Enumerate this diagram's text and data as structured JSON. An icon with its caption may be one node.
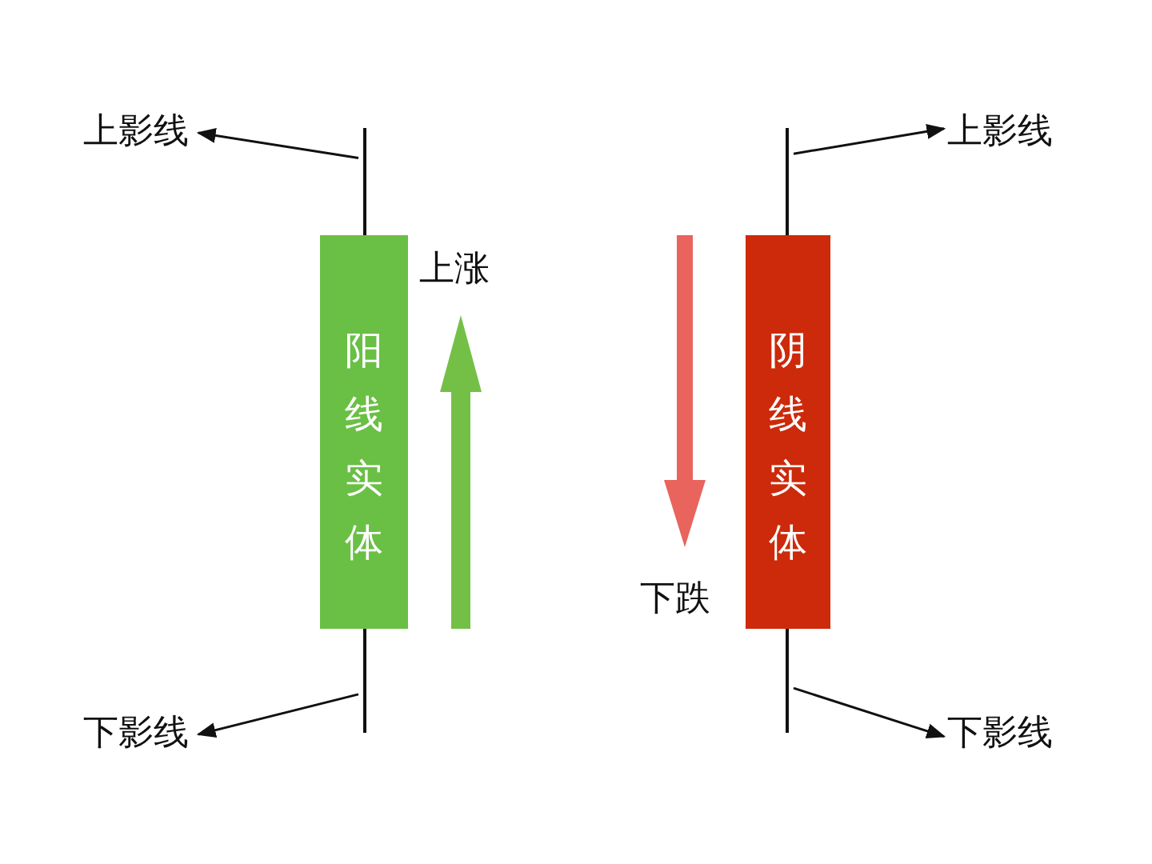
{
  "diagram": {
    "nodes": [
      {
        "text": [
          "上影线"
        ]
      },
      {
        "text": [],
        "shape": "line"
      },
      {
        "text": [
          "阳线实体"
        ]
      },
      {
        "text": [],
        "shape": "line"
      },
      {
        "text": [
          "下影线"
        ]
      },
      {
        "text": [
          "上影线"
        ]
      },
      {
        "text": [],
        "shape": "line"
      },
      {
        "text": [
          "阴线实体"
        ]
      },
      {
        "text": [],
        "shape": "line"
      },
      {
        "text": [
          "下影线"
        ]
      }
    ],
    "edges": [
      {
        "from": 1,
        "to": 0,
        "arrow": "to"
      },
      {
        "from": 3,
        "to": 4,
        "arrow": "to"
      },
      {
        "from": 6,
        "to": 5,
        "arrow": "to"
      },
      {
        "from": 8,
        "to": 9,
        "arrow": "to"
      }
    ],
    "labels": [
      "上涨",
      "下跌"
    ]
  }
}
